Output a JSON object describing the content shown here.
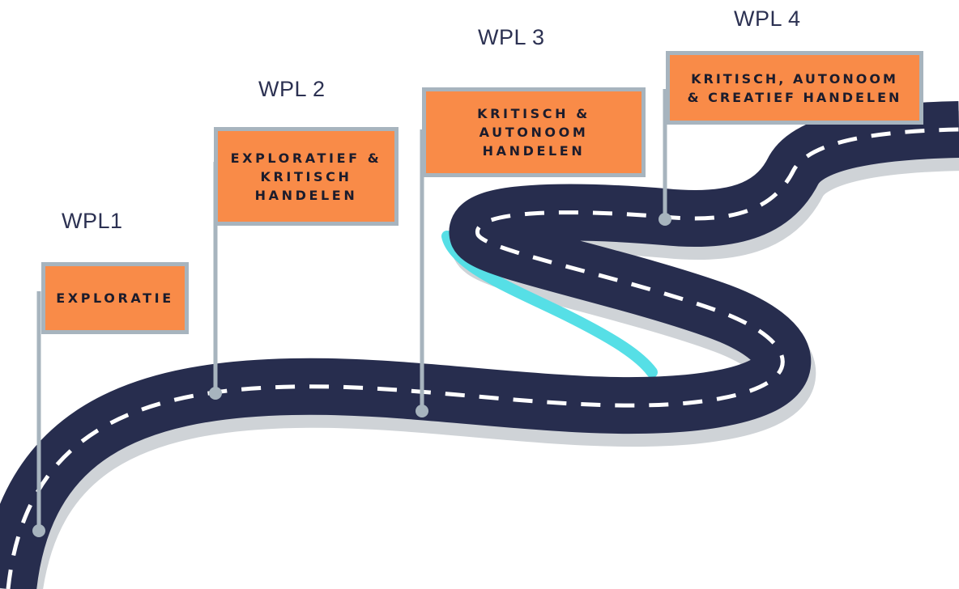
{
  "stops": [
    {
      "label": "WPL1",
      "flag_text": "EXPLORATIE"
    },
    {
      "label": "WPL 2",
      "flag_text": "EXPLORATIEF &\nKRITISCH\nHANDELEN"
    },
    {
      "label": "WPL 3",
      "flag_text": "KRITISCH &\nAUTONOOM\nHANDELEN"
    },
    {
      "label": "WPL 4",
      "flag_text": "KRITISCH, AUTONOOM\n& CREATIEF HANDELEN"
    }
  ],
  "colors": {
    "road": "#272d4e",
    "road_shadow": "#cfd3d7",
    "road_edge_accent": "#56dfe6",
    "lane_marking": "#ffffff",
    "flag_fill": "#f98b48",
    "flag_border": "#a7b4be",
    "flag_pole": "#a7b4be",
    "pin_dot": "#a7b4be",
    "label_text": "#2c3152"
  }
}
